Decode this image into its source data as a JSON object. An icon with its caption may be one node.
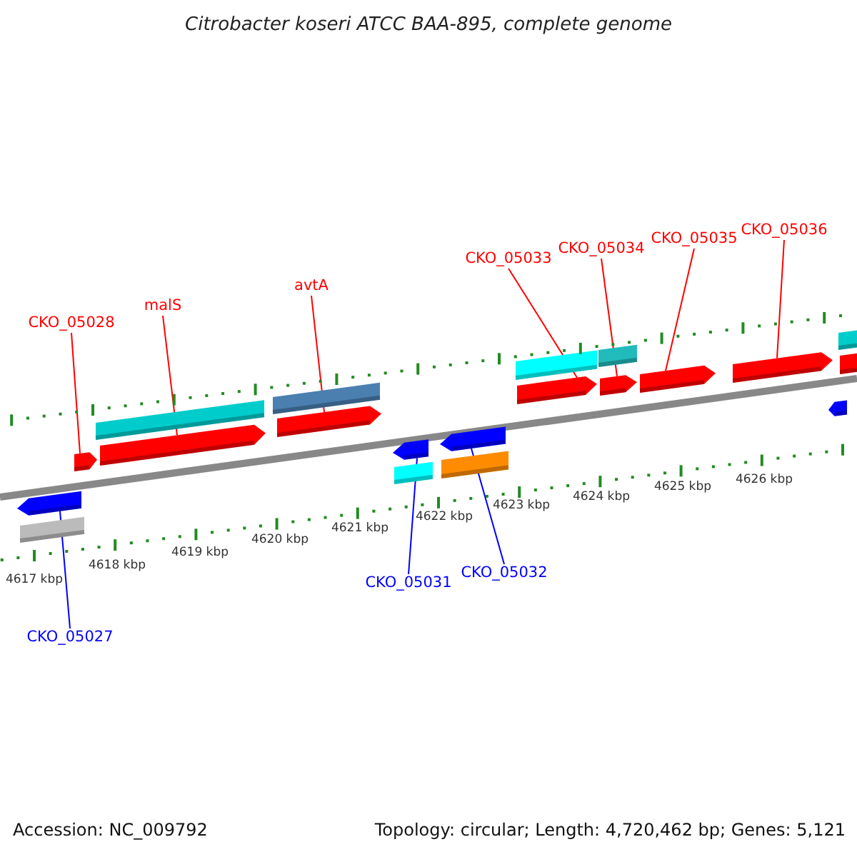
{
  "diagram": {
    "title": "Citrobacter koseri ATCC BAA-895, complete genome",
    "nodes": [
      {
        "text": [
          "CKO_05028"
        ]
      },
      {
        "text": [
          "malS"
        ]
      },
      {
        "text": [
          "avtA"
        ]
      },
      {
        "text": [
          "CKO_05033"
        ]
      },
      {
        "text": [
          "CKO_05034"
        ]
      },
      {
        "text": [
          "CKO_05035"
        ]
      },
      {
        "text": [
          "CKO_05036"
        ]
      },
      {
        "text": [
          "CKO_05031"
        ]
      },
      {
        "text": [
          "CKO_05032"
        ]
      },
      {
        "text": [
          "CKO_05027"
        ]
      },
      {
        "text": [],
        "shape": "arrow"
      },
      {
        "text": [],
        "shape": "arrow"
      },
      {
        "text": [],
        "shape": "arrow"
      },
      {
        "text": [],
        "shape": "arrow"
      },
      {
        "text": [],
        "shape": "arrow"
      },
      {
        "text": [],
        "shape": "arrow"
      },
      {
        "text": [],
        "shape": "arrow"
      },
      {
        "text": [],
        "shape": "arrow"
      },
      {
        "text": [],
        "shape": "arrow"
      },
      {
        "text": [],
        "shape": "arrow"
      }
    ],
    "edges": [
      {
        "from": 0,
        "to": 10,
        "arrow": "none"
      },
      {
        "from": 1,
        "to": 11,
        "arrow": "none"
      },
      {
        "from": 2,
        "to": 12,
        "arrow": "none"
      },
      {
        "from": 3,
        "to": 13,
        "arrow": "none"
      },
      {
        "from": 4,
        "to": 14,
        "arrow": "none"
      },
      {
        "from": 5,
        "to": 15,
        "arrow": "none"
      },
      {
        "from": 6,
        "to": 16,
        "arrow": "none"
      },
      {
        "from": 7,
        "to": 17,
        "arrow": "none",
        "color": "#0000ff"
      },
      {
        "from": 8,
        "to": 18,
        "arrow": "none",
        "color": "#0000ff"
      },
      {
        "from": 9,
        "to": 19,
        "arrow": "none",
        "color": "#0000ff"
      }
    ],
    "labels": [
      "4617 kbp",
      "4618 kbp",
      "4619 kbp",
      "4620 kbp",
      "4621 kbp",
      "4622 kbp",
      "4623 kbp",
      "4624 kbp",
      "4625 kbp",
      "4626 kbp",
      "Accession: NC_009792",
      "Topology: circular; Length: 4,720,462 bp; Genes: 5,121"
    ]
  }
}
